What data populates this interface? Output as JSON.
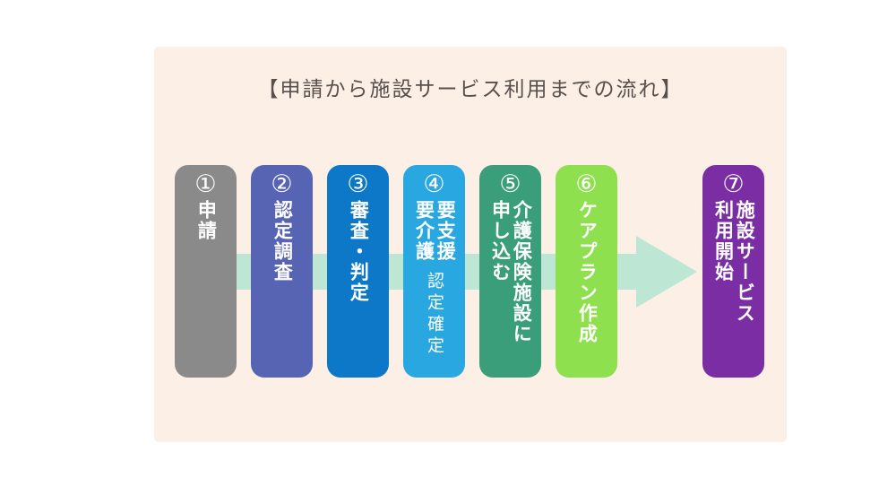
{
  "title": "【申請から施設サービス利用までの流れ】",
  "colors": {
    "page_background": "#ffffff",
    "panel_background": "#fcefe5",
    "title_text": "#57504d",
    "arrow": "#bde7d4",
    "step_text": "#ffffff"
  },
  "arrow": {
    "direction": "right",
    "color": "#bde7d4"
  },
  "steps": [
    {
      "number": "①",
      "label": "申請",
      "color": "#8a8a8a"
    },
    {
      "number": "②",
      "label": "認定調査",
      "color": "#5763b3"
    },
    {
      "number": "③",
      "label": "審査・判定",
      "color": "#0e78c8"
    },
    {
      "number": "④",
      "label": "要支援\n要介護",
      "sublabel": "認定確定",
      "color": "#29a7e1"
    },
    {
      "number": "⑤",
      "label": "介護保険施設に\n申し込む",
      "color": "#3a9e7b"
    },
    {
      "number": "⑥",
      "label": "ケアプラン作成",
      "color": "#8ee04f"
    },
    {
      "number": "⑦",
      "label": "施設サービス\n利用開始",
      "color": "#7b2ea4"
    }
  ]
}
